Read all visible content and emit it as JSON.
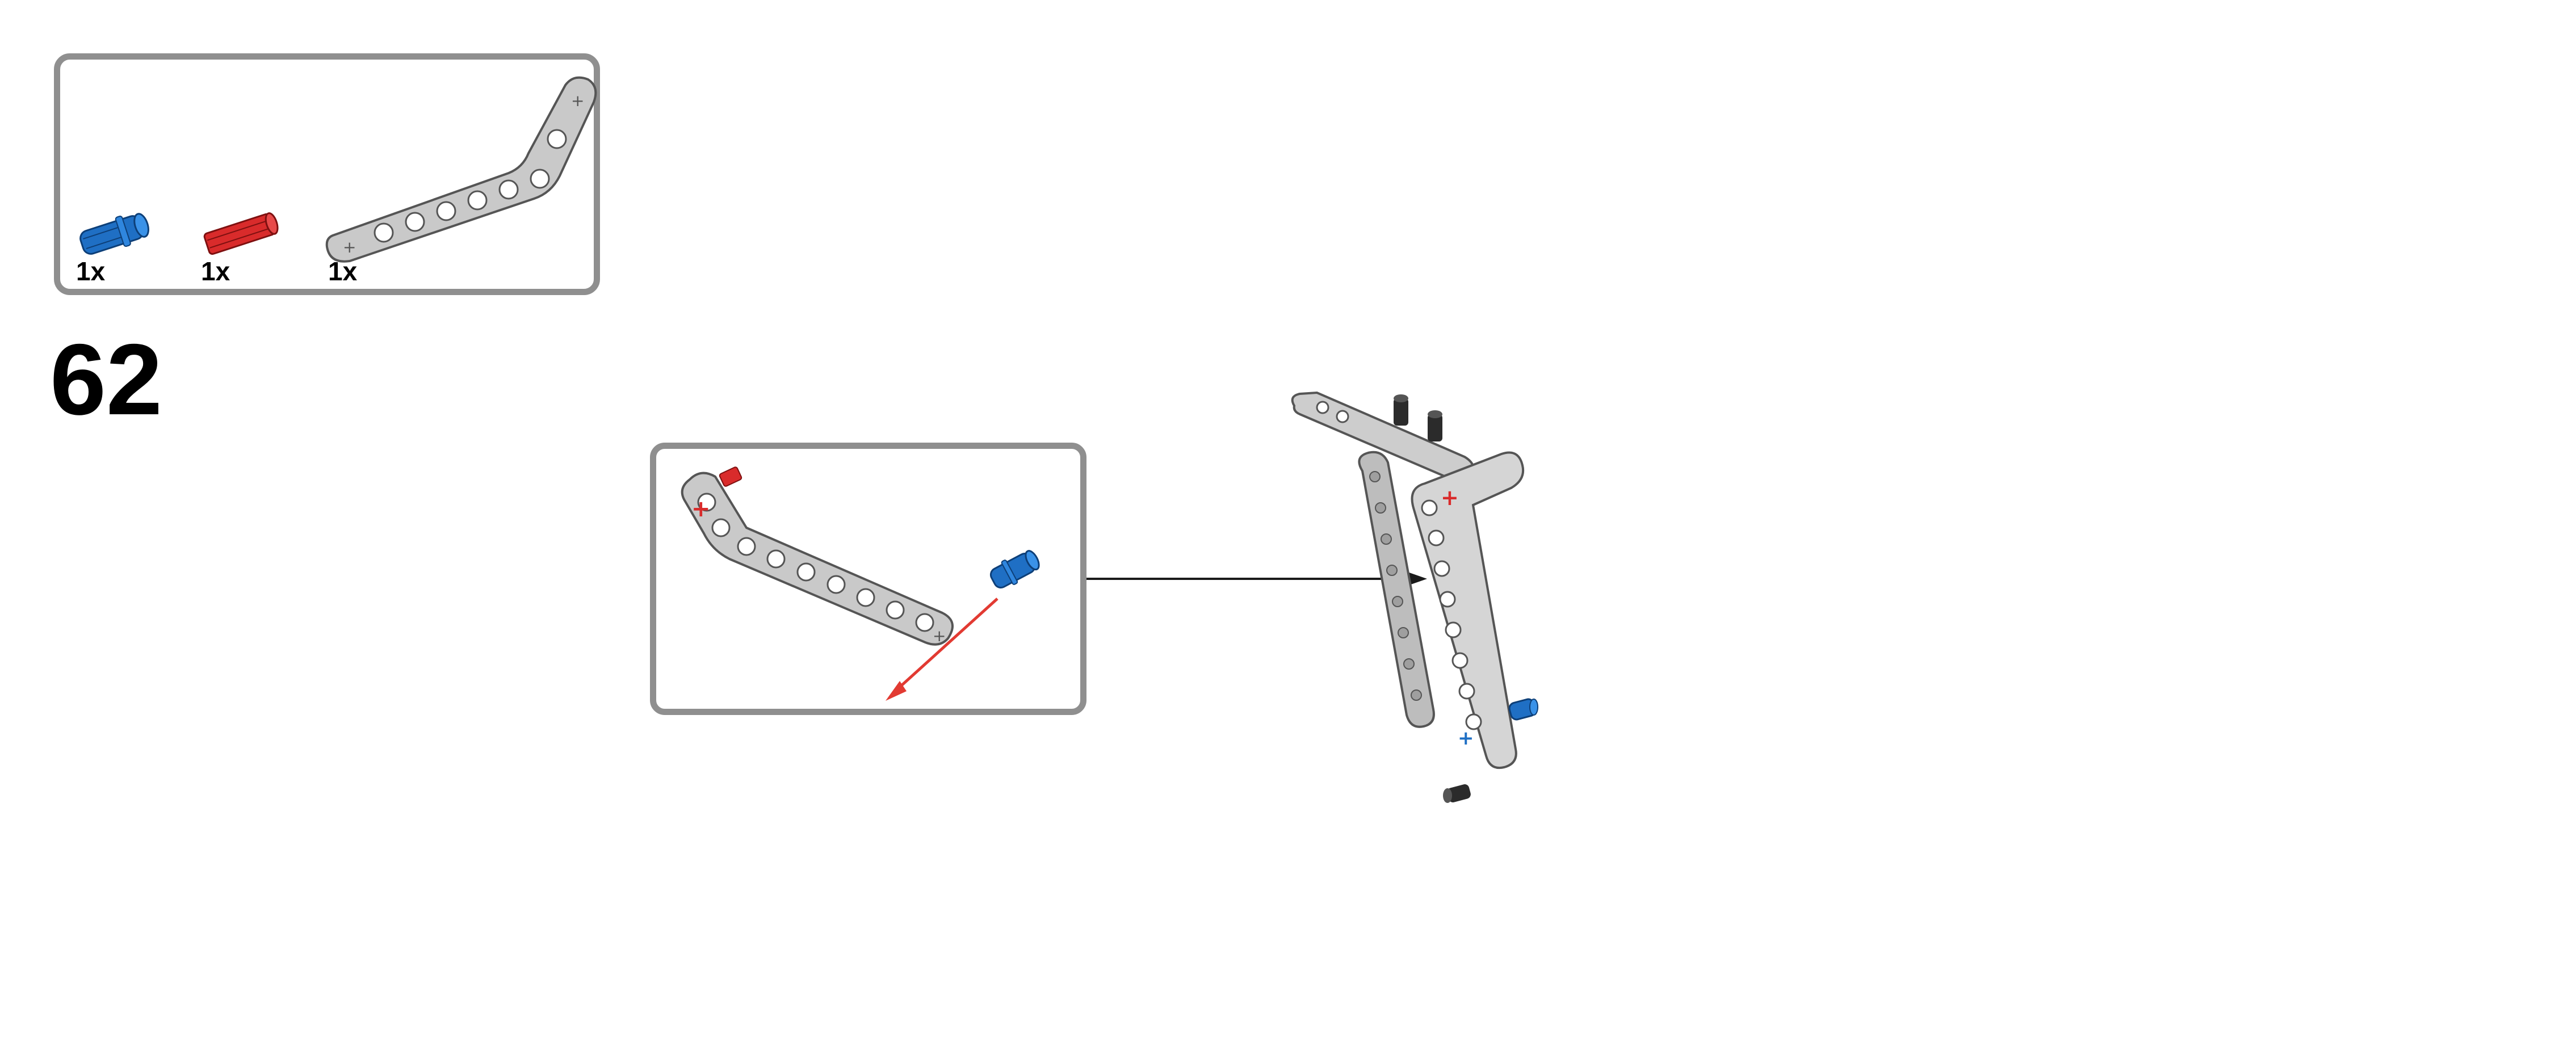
{
  "step": {
    "number": "62"
  },
  "parts_list": {
    "items": [
      {
        "name": "blue-axle-pin-icon",
        "quantity": "1x",
        "color": "#1f6fc4"
      },
      {
        "name": "red-axle-icon",
        "quantity": "1x",
        "color": "#d92b2b"
      },
      {
        "name": "bent-beam-icon",
        "quantity": "1x",
        "color": "#c9c9c9"
      }
    ]
  },
  "colors": {
    "frame": "#8f8f8f",
    "beam": "#c9c9c9",
    "beam_dark": "#9a9a9a",
    "pin_blue": "#1f6fc4",
    "axle_red": "#d92b2b",
    "arrow": "#e23a32",
    "connector_black": "#2b2b2b"
  }
}
